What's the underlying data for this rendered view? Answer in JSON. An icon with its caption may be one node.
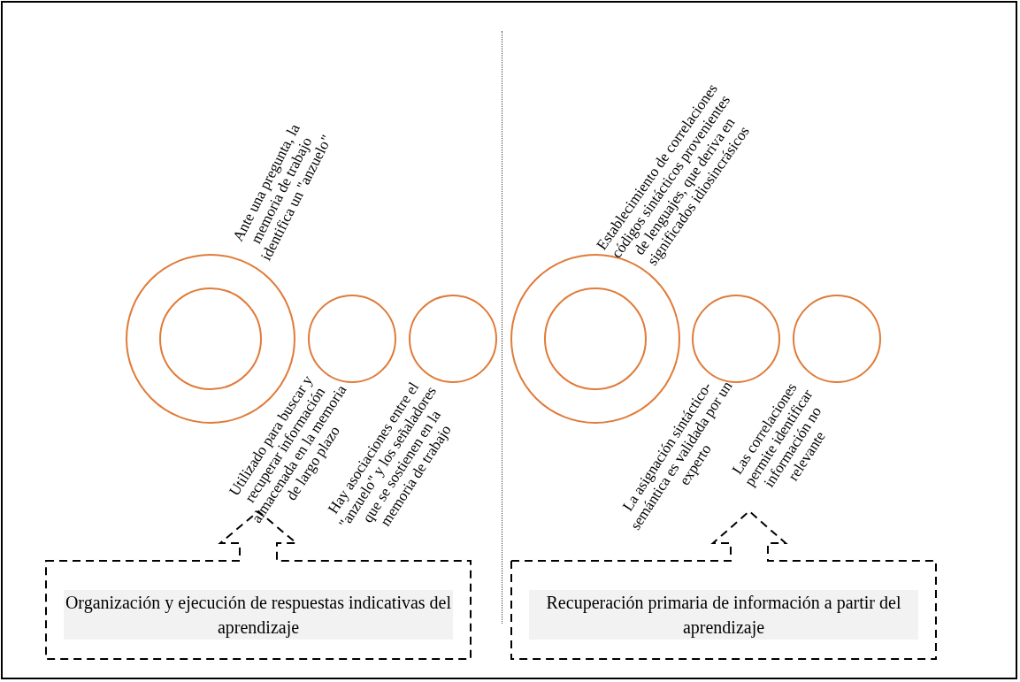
{
  "diagram": {
    "nodes": [
      {
        "text": [],
        "shape": "circle"
      },
      {
        "text": [],
        "shape": "circle",
        "in": 0
      },
      {
        "text": [],
        "shape": "circle"
      },
      {
        "text": [],
        "shape": "circle"
      },
      {
        "text": [],
        "shape": "circle"
      },
      {
        "text": [],
        "shape": "circle",
        "in": 4
      },
      {
        "text": [],
        "shape": "circle"
      },
      {
        "text": [],
        "shape": "circle"
      },
      {
        "text": [
          "Organización y ejecución de respuestas indicativas del aprendizaje"
        ]
      },
      {
        "text": [
          "Recuperación primaria de información a partir del aprendizaje"
        ]
      }
    ],
    "labels": [
      "Ante una pregunta, la memoria de trabajo identifica un \"anzuelo\"",
      "Establecimiento de correlaciones códigos sintácticos provenientes de lenguajes, que deriva en significados idiosincrásicos",
      "Utilizado para buscar y recuperar información almacenada en la memoria de largo plazo",
      "Hay asociaciones entre el \"anzuelo\" y los señaladores que se sostienen en la memoria de trabajo",
      "La asignación sintáctico-semántica es validada por un experto",
      "Las correlaciones permite identificar información no relevante"
    ]
  }
}
